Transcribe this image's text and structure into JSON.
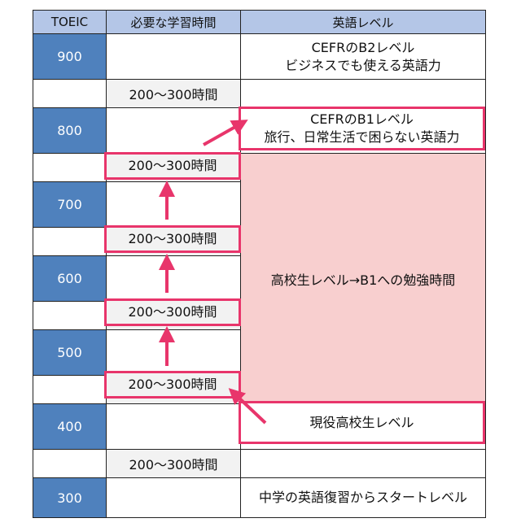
{
  "headers": {
    "toeic": "TOEIC",
    "hours": "必要な学習時間",
    "level": "英語レベル"
  },
  "scores": [
    "900",
    "800",
    "700",
    "600",
    "500",
    "400",
    "300"
  ],
  "hours_label": "200〜300時間",
  "levels": {
    "b2_line1": "CEFRのB2レベル",
    "b2_line2": "ビジネスでも使える英語力",
    "b1_line1": "CEFRのB1レベル",
    "b1_line2": "旅行、日常生活で困らない英語力",
    "hs_to_b1": "高校生レベル→B1への勉強時間",
    "hs": "現役高校生レベル",
    "jh": "中学の英語復習からスタートレベル"
  },
  "colors": {
    "header": "#b4c6e7",
    "score": "#4f81bd",
    "highlight": "#e8356b",
    "pink": "#f8cfcf"
  }
}
